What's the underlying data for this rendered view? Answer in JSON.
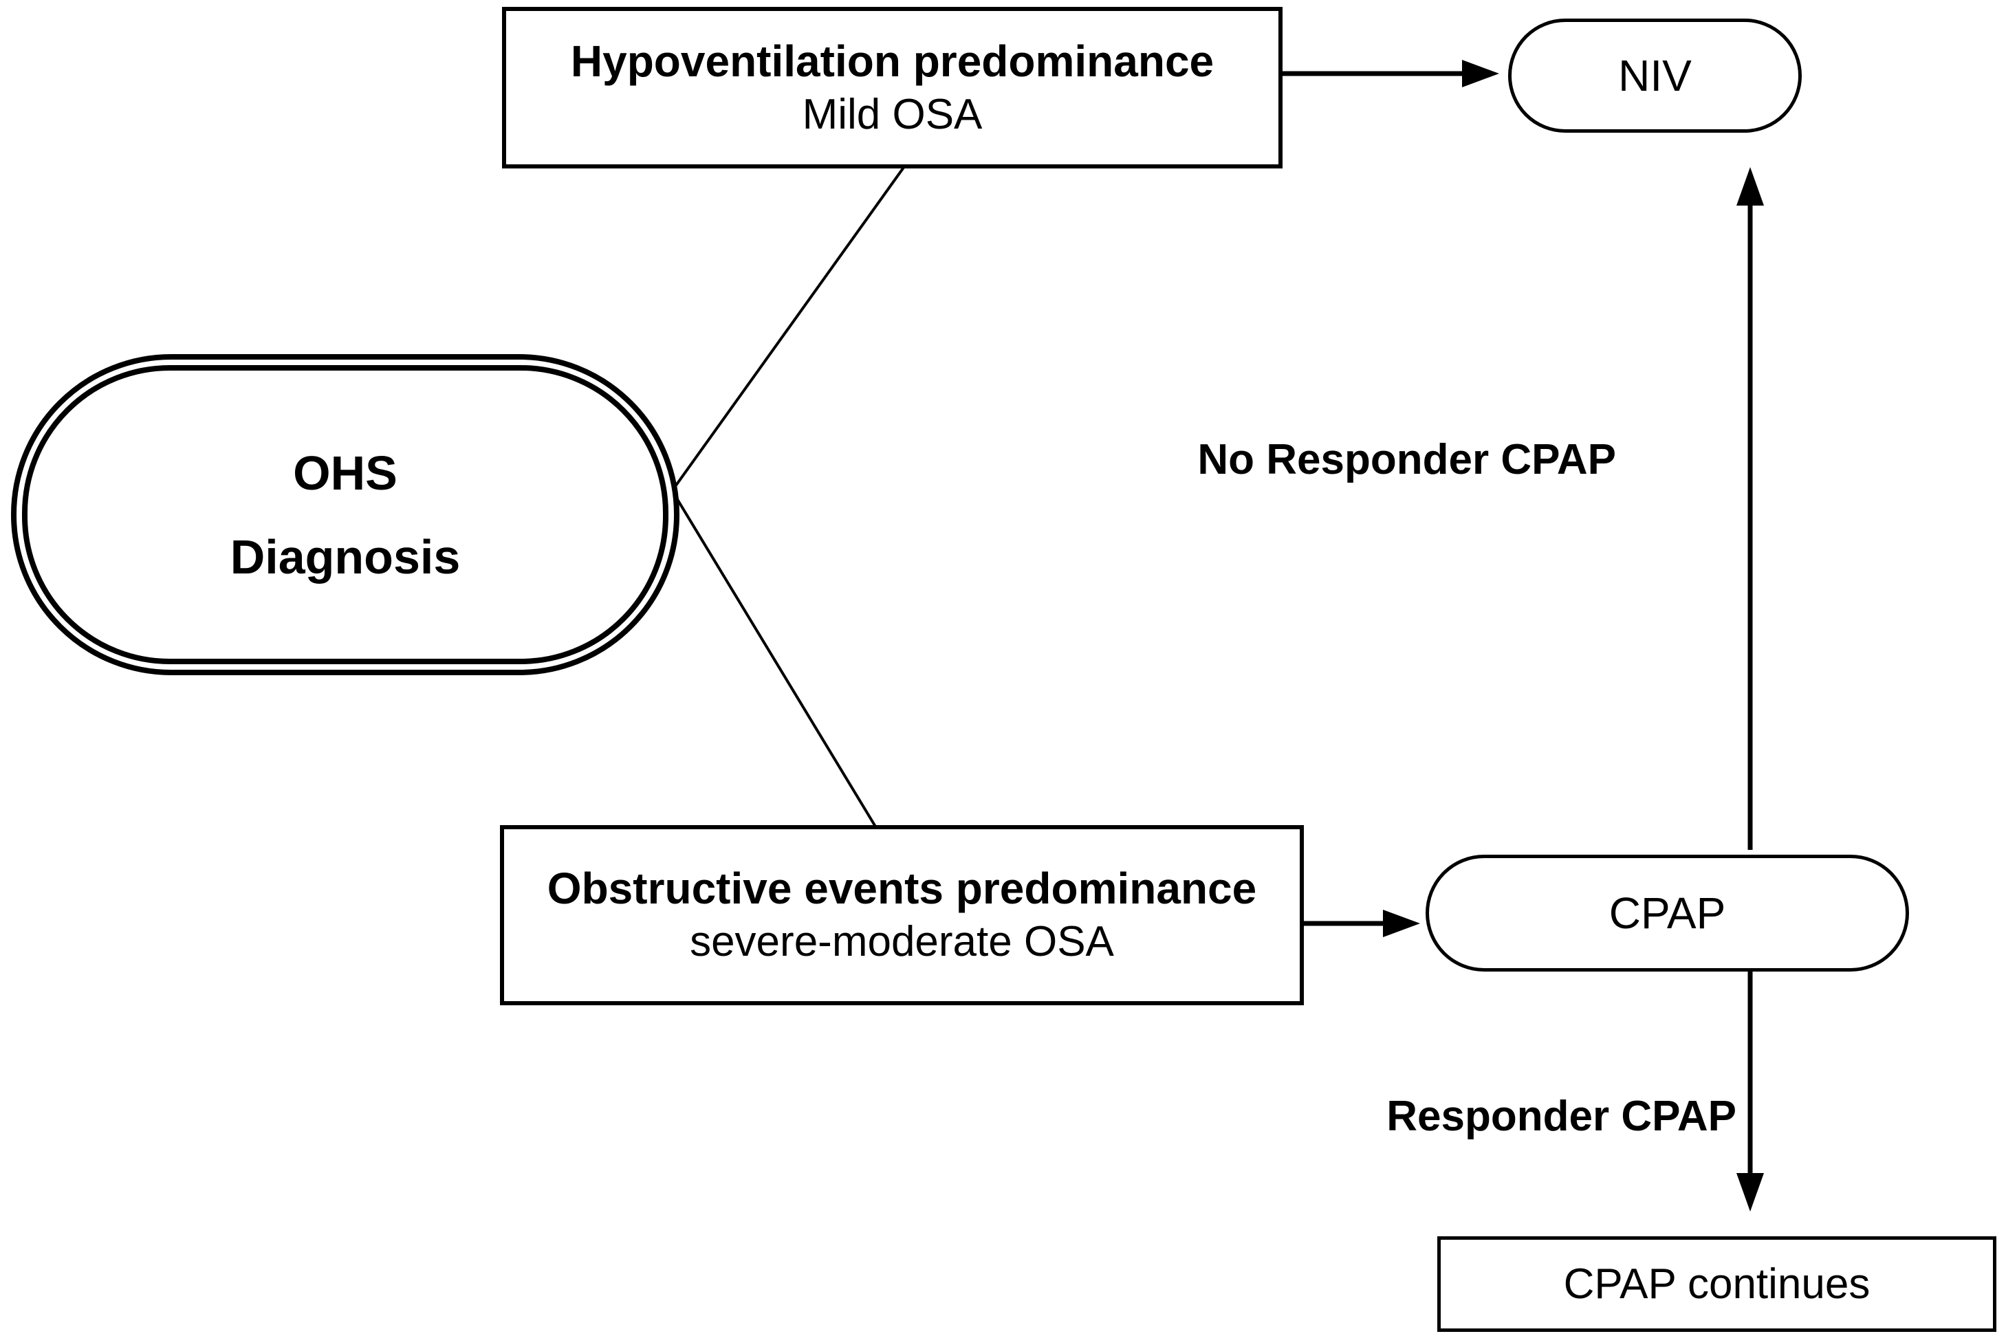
{
  "colors": {
    "background": "#ffffff",
    "stroke": "#000000",
    "text": "#000000"
  },
  "nodes": {
    "ohs": {
      "line1": "OHS",
      "line2": "Diagnosis"
    },
    "hypoventilation": {
      "line1": "Hypoventilation predominance",
      "line2": "Mild OSA"
    },
    "obstructive": {
      "line1": "Obstructive events predominance",
      "line2": "severe-moderate OSA"
    },
    "niv": {
      "label": "NIV"
    },
    "cpap": {
      "label": "CPAP"
    },
    "cpap_continues": {
      "label": "CPAP continues"
    }
  },
  "edge_labels": {
    "no_responder_cpap": "No Responder CPAP",
    "responder_cpap": "Responder CPAP"
  }
}
